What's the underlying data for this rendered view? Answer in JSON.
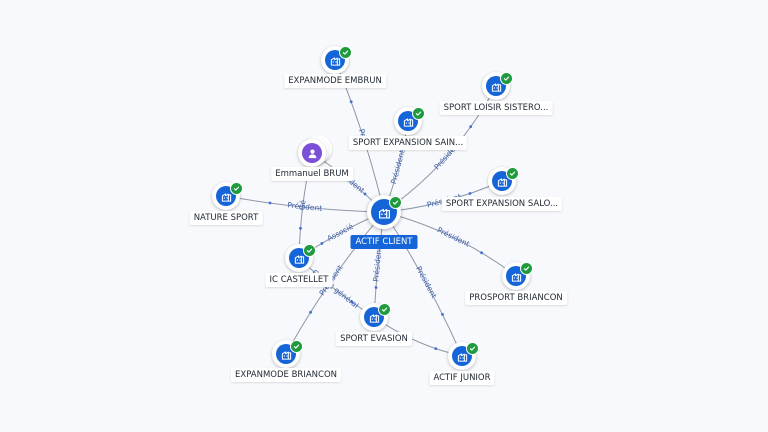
{
  "colors": {
    "company": "#1565d8",
    "person": "#7b4fd6",
    "verified": "#1f9a3e",
    "edge": "#8d97a8",
    "edge_label": "#3f5fa8",
    "background": "#f7f9fc"
  },
  "center": {
    "id": "actif",
    "label": "ACTIF CLIENT",
    "icon": "building-icon",
    "verified": true
  },
  "nodes": [
    {
      "id": "embrun",
      "label": "EXPANMODE EMBRUN",
      "icon": "building-icon",
      "verified": true
    },
    {
      "id": "loisir",
      "label": "SPORT LOISIR SISTERO...",
      "icon": "building-icon",
      "verified": true
    },
    {
      "id": "sain",
      "label": "SPORT EXPANSION SAIN...",
      "icon": "building-icon",
      "verified": true
    },
    {
      "id": "brum",
      "label": "Emmanuel BRUM",
      "icon": "person-icon",
      "verified": false
    },
    {
      "id": "salo",
      "label": "SPORT EXPANSION SALO...",
      "icon": "building-icon",
      "verified": true
    },
    {
      "id": "nature",
      "label": "NATURE SPORT",
      "icon": "building-icon",
      "verified": true
    },
    {
      "id": "castellet",
      "label": "IC CASTELLET",
      "icon": "building-icon",
      "verified": true
    },
    {
      "id": "prosport",
      "label": "PROSPORT BRIANCON",
      "icon": "building-icon",
      "verified": true
    },
    {
      "id": "evasion",
      "label": "SPORT EVASION",
      "icon": "building-icon",
      "verified": true
    },
    {
      "id": "brianc",
      "label": "EXPANMODE BRIANCON",
      "icon": "building-icon",
      "verified": true
    },
    {
      "id": "junior",
      "label": "ACTIF JUNIOR",
      "icon": "building-icon",
      "verified": true
    }
  ],
  "edges": [
    {
      "from": "actif",
      "to": "embrun",
      "label": "Pré"
    },
    {
      "from": "actif",
      "to": "sain",
      "label": "Président"
    },
    {
      "from": "actif",
      "to": "loisir",
      "label": "Président"
    },
    {
      "from": "brum",
      "to": "actif",
      "label": "Président"
    },
    {
      "from": "actif",
      "to": "salo",
      "label": "Président"
    },
    {
      "from": "actif",
      "to": "nature",
      "label": "Président"
    },
    {
      "from": "actif",
      "to": "castellet",
      "label": "Associé"
    },
    {
      "from": "brum",
      "to": "castellet",
      "label": "Gé"
    },
    {
      "from": "actif",
      "to": "prosport",
      "label": "Président"
    },
    {
      "from": "actif",
      "to": "evasion",
      "label": "Président"
    },
    {
      "from": "actif",
      "to": "brianc",
      "label": "Président"
    },
    {
      "from": "castellet",
      "to": "evasion",
      "label": "Gérant général"
    },
    {
      "from": "actif",
      "to": "junior",
      "label": "Président"
    },
    {
      "from": "evasion",
      "to": "junior",
      "label": ""
    }
  ]
}
